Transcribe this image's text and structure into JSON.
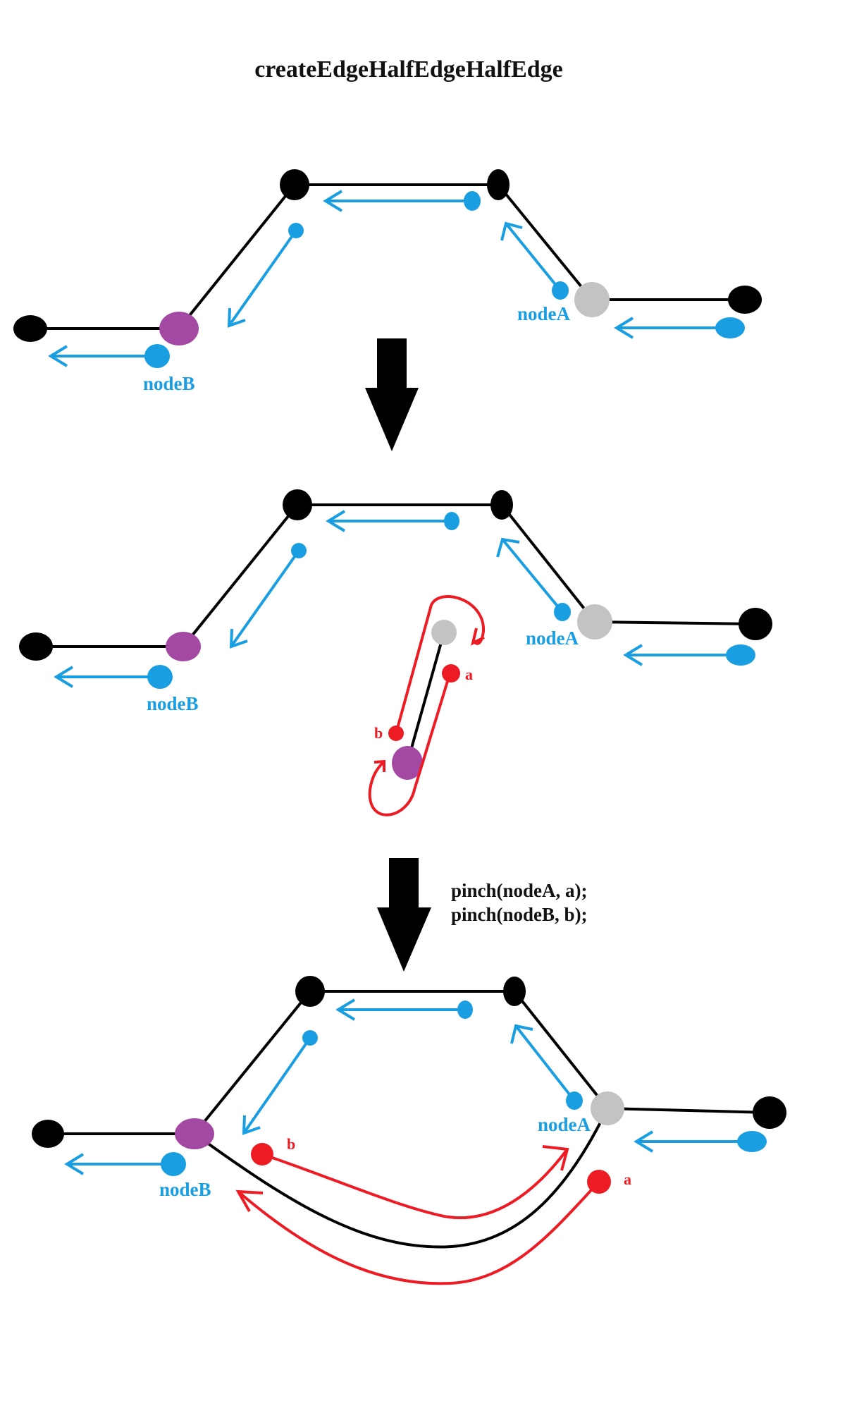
{
  "title": "createEdgeHalfEdgeHalfEdge",
  "labels": {
    "node_a": "nodeA",
    "node_b": "nodeB",
    "half_a": "a",
    "half_b": "b"
  },
  "code_lines": [
    "pinch(nodeA, a);",
    "pinch(nodeB, b);"
  ],
  "colors": {
    "edge": "#000000",
    "vertex": "#000000",
    "half_edge": "#1a9ee2",
    "new_half_edge": "#ed1c24",
    "node_a_fill": "#c3c3c3",
    "node_b_fill": "#a349a4"
  },
  "icons": [
    "down-arrow-icon"
  ]
}
